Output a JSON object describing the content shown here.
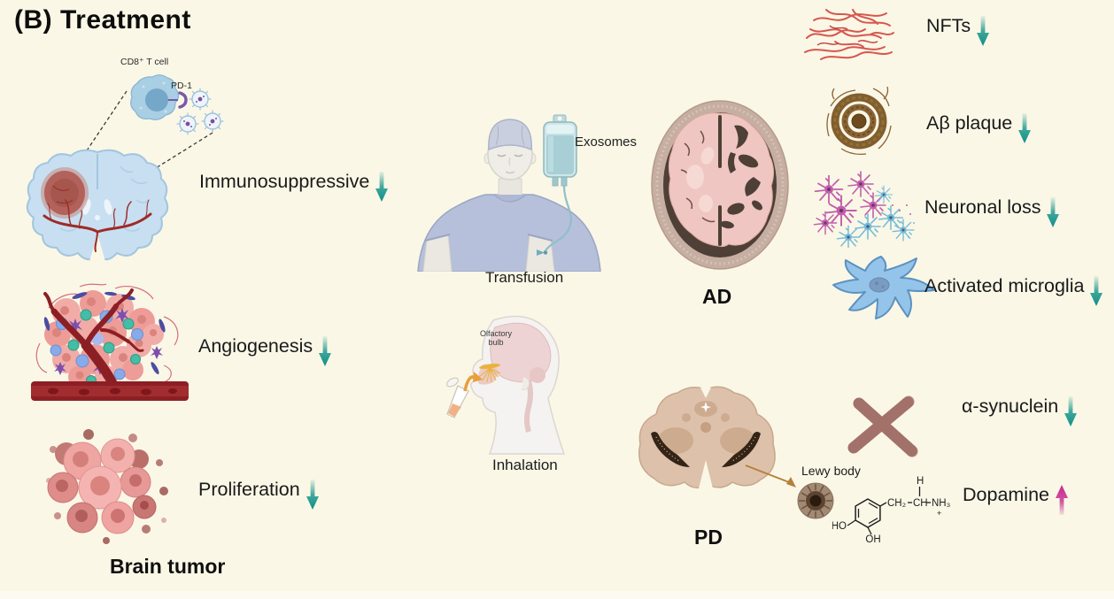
{
  "figure": {
    "title": "(B) Treatment"
  },
  "colors": {
    "background": "#FBF7E7",
    "decrease_arrow": "#12948A",
    "increase_arrow": "#C52B90",
    "text": "#1A1A1A"
  },
  "tumor_panel": {
    "t_cell_label": "CD8⁺ T cell",
    "receptor_label": "PD-1",
    "effects": [
      {
        "label": "Immunosuppressive",
        "direction": "down"
      },
      {
        "label": "Angiogenesis",
        "direction": "down"
      },
      {
        "label": "Proliferation",
        "direction": "down"
      }
    ],
    "caption": "Brain tumor"
  },
  "delivery_panel": {
    "iv_bag_label": "Exosomes",
    "transfusion_caption": "Transfusion",
    "olfactory_label": [
      "Olfactory",
      "bulb"
    ],
    "inhalation_caption": "Inhalation"
  },
  "ad_panel": {
    "caption": "AD",
    "effects": [
      {
        "label": "NFTs",
        "direction": "down"
      },
      {
        "label": "Aβ plaque",
        "direction": "down"
      },
      {
        "label": "Neuronal loss",
        "direction": "down"
      },
      {
        "label": "Activated microglia",
        "direction": "down"
      }
    ]
  },
  "pd_panel": {
    "caption": "PD",
    "lewy_body_label": "Lewy body",
    "dopamine_structure": {
      "ho": "HO",
      "oh": "OH",
      "ch2": "CH₂",
      "ch": "CH",
      "nh3": "NH₃",
      "charge": "+",
      "h": "H"
    },
    "effects": [
      {
        "label": "α-synuclein",
        "direction": "down"
      },
      {
        "label": "Dopamine",
        "direction": "up"
      }
    ]
  }
}
